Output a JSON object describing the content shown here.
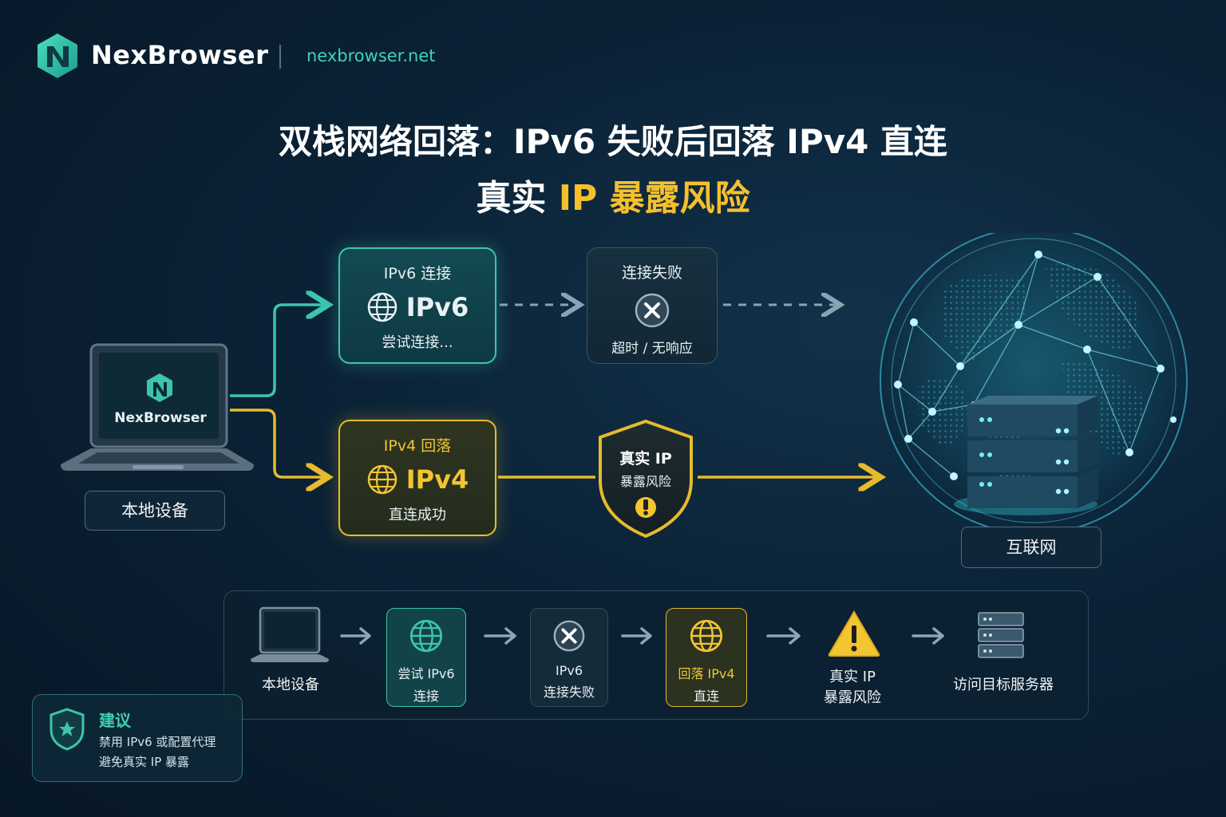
{
  "header": {
    "brand_name": "NexBrowser",
    "url": "nexbrowser.net",
    "title_line1": "双栈网络回落：IPv6 失败后回落 IPv4 直连",
    "title_line2_prefix": "真实 ",
    "title_line2_highlight": "IP 暴露风险"
  },
  "device": {
    "screen_brand": "NexBrowser",
    "label": "本地设备"
  },
  "ipv6_box": {
    "header": "IPv6 连接",
    "protocol": "IPv6",
    "status": "尝试连接..."
  },
  "fail_box": {
    "header": "连接失败",
    "detail": "超时 / 无响应"
  },
  "ipv4_box": {
    "header": "IPv4 回落",
    "protocol": "IPv4",
    "status": "直连成功"
  },
  "risk_shield": {
    "line1": "真实 IP",
    "line2": "暴露风险"
  },
  "internet": {
    "label": "互联网"
  },
  "flow": {
    "steps": [
      {
        "line1": "本地设备",
        "line2": ""
      },
      {
        "line1": "尝试 IPv6",
        "line2": "连接"
      },
      {
        "line1": "IPv6",
        "line2": "连接失败"
      },
      {
        "line1": "回落 IPv4",
        "line2": "直连"
      },
      {
        "line1": "真实 IP",
        "line2": "暴露风险"
      },
      {
        "line1": "访问目标服务器",
        "line2": ""
      }
    ]
  },
  "advice": {
    "title": "建议",
    "line1": "禁用 IPv6 或配置代理",
    "line2": "避免真实 IP 暴露"
  },
  "colors": {
    "teal": "#3cc5ad",
    "yellow": "#e6bb2c",
    "background": "#0b2236"
  }
}
